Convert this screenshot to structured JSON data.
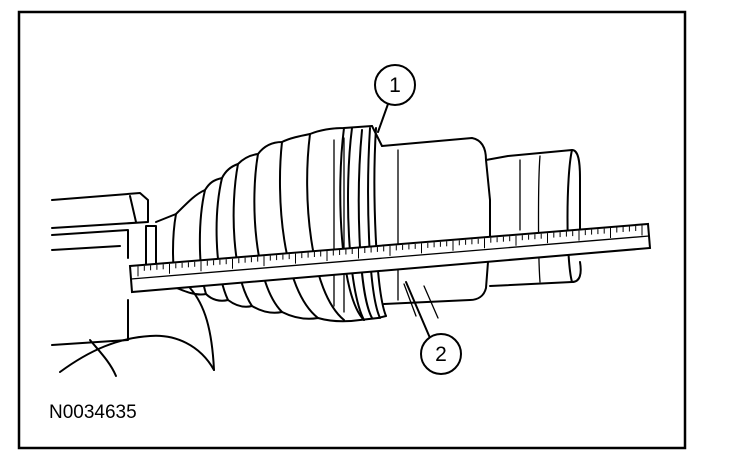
{
  "figure": {
    "reference_code": "N0034635",
    "callouts": [
      {
        "label": "1"
      },
      {
        "label": "2"
      }
    ],
    "colors": {
      "line": "#000000",
      "background": "#ffffff"
    }
  }
}
